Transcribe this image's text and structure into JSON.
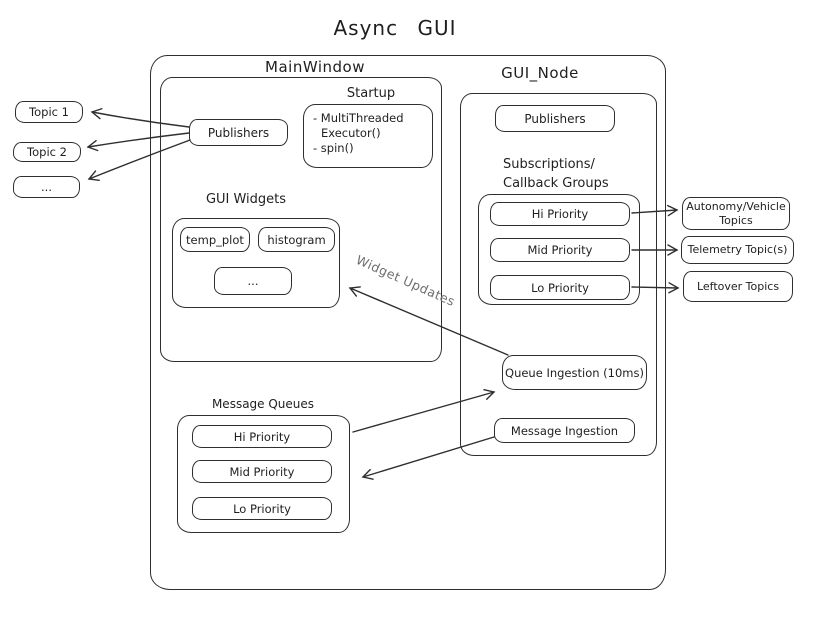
{
  "title": "Async GUI",
  "colors": {
    "stroke": "#2f2f2f",
    "text": "#1f1f1f",
    "background": "#ffffff",
    "annotation": "#6e6e6e"
  },
  "left_topics": [
    "Topic 1",
    "Topic 2",
    "..."
  ],
  "main_window": {
    "label": "MainWindow",
    "publishers_label": "Publishers",
    "startup": {
      "label": "Startup",
      "lines": [
        "- MultiThreaded",
        "Executor()",
        "- spin()"
      ]
    },
    "gui_widgets": {
      "label": "GUI Widgets",
      "widgets": [
        "temp_plot",
        "histogram",
        "..."
      ]
    }
  },
  "gui_node": {
    "label": "GUI_Node",
    "publishers_label": "Publishers",
    "subscriptions": {
      "label_line1": "Subscriptions/",
      "label_line2": "Callback Groups",
      "items": [
        "Hi Priority",
        "Mid Priority",
        "Lo Priority"
      ]
    },
    "queue_ingestion_label": "Queue Ingestion (10ms)",
    "message_ingestion_label": "Message Ingestion"
  },
  "right_topics": [
    "Autonomy/Vehicle Topics",
    "Telemetry Topic(s)",
    "Leftover Topics"
  ],
  "message_queues": {
    "label": "Message Queues",
    "items": [
      "Hi Priority",
      "Mid Priority",
      "Lo Priority"
    ]
  },
  "annotations": {
    "widget_updates": "Widget Updates"
  }
}
